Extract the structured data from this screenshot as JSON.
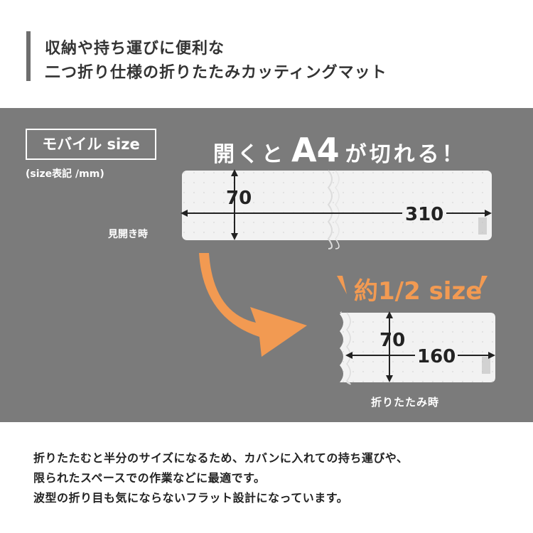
{
  "header": {
    "line1": "収納や持ち運びに便利な",
    "line2": "二つ折り仕様の折りたたみカッティングマット"
  },
  "panel": {
    "badge": "モバイル size",
    "unit_note": "(size表記 /mm)",
    "headline": {
      "part1": "開くと",
      "part2": "A4",
      "part3": "が切れる！"
    },
    "open_mat": {
      "label": "見開き時",
      "height": "70",
      "width": "310"
    },
    "half_label": "約1/2 size",
    "folded_mat": {
      "label": "折りたたみ時",
      "height": "70",
      "width": "160"
    }
  },
  "description": {
    "line1": "折りたたむと半分のサイズになるため、カバンに入れての持ち運びや、",
    "line2": "限られたスペースでの作業などに最適です。",
    "line3": "波型の折り目も気にならないフラット設計になっています。"
  },
  "colors": {
    "panel": "#7b7b7b",
    "accent": "#f29a52",
    "mat": "#f2f2f2",
    "header_bar": "#6e6e6e"
  }
}
